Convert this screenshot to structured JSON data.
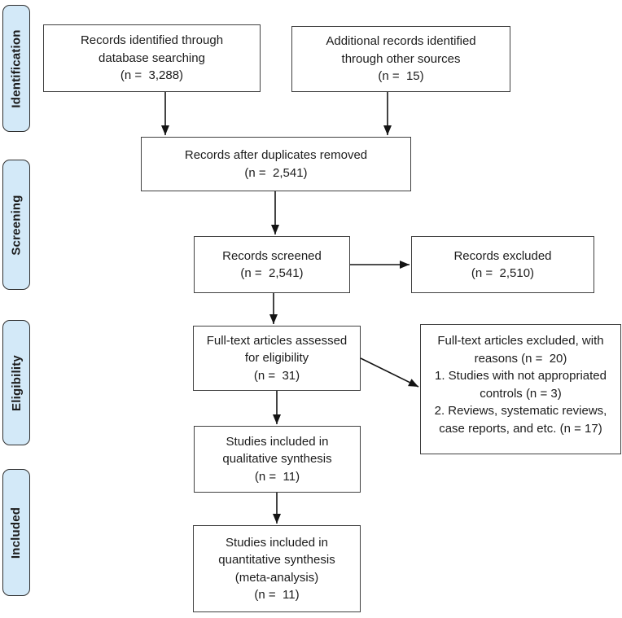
{
  "colors": {
    "stage-fill": "#d3e9f8",
    "stage-border": "#2f2f2f",
    "box-border": "#404040",
    "arrow": "#141414",
    "text": "#1c1c1c",
    "background": "#ffffff"
  },
  "stages": [
    {
      "id": "identification",
      "label": "Identification"
    },
    {
      "id": "screening",
      "label": "Screening"
    },
    {
      "id": "eligibility",
      "label": "Eligibility"
    },
    {
      "id": "included",
      "label": "Included"
    }
  ],
  "boxes": {
    "db_search": "Records identified through\ndatabase searching\n(n =  3,288)",
    "other_sources": "Additional records identified\nthrough other sources\n(n =  15)",
    "duplicates_removed": "Records after duplicates removed\n(n =  2,541)",
    "screened": "Records screened\n(n =  2,541)",
    "records_excluded": "Records excluded\n(n =  2,510)",
    "fulltext_assessed": "Full-text articles assessed\nfor eligibility\n(n =  31)",
    "fulltext_excluded": "Full-text articles excluded, with\nreasons (n =  20)\n1. Studies with not appropriated\ncontrols (n = 3)\n2. Reviews, systematic reviews,\ncase reports, and etc. (n = 17)",
    "qualitative": "Studies included in\nqualitative synthesis\n(n =  11)",
    "quantitative": "Studies included in\nquantitative synthesis\n(meta-analysis)\n(n =  11)"
  }
}
